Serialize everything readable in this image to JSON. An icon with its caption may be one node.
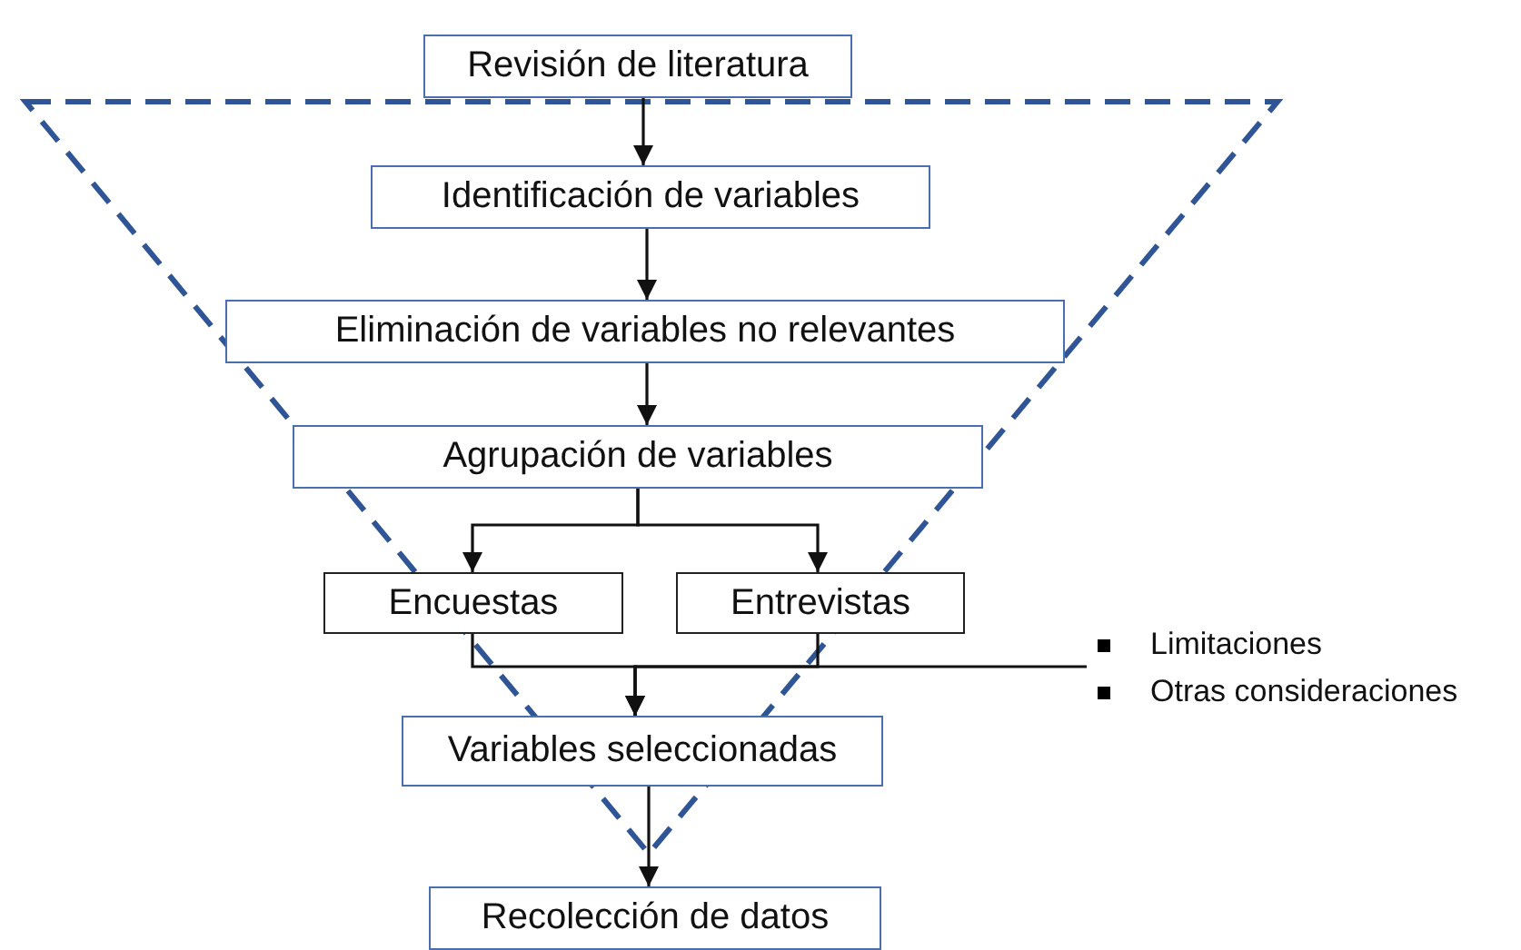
{
  "diagram": {
    "nodes": [
      {
        "text": [
          "Revisión de literatura"
        ]
      },
      {
        "text": [
          "Identificación de variables"
        ]
      },
      {
        "text": [
          "Eliminación de variables no relevantes"
        ]
      },
      {
        "text": [
          "Agrupación de variables"
        ]
      },
      {
        "text": [
          "Encuestas"
        ]
      },
      {
        "text": [
          "Entrevistas"
        ]
      },
      {
        "text": [
          "Variables seleccionadas"
        ]
      },
      {
        "text": [
          "Recolección de datos"
        ]
      },
      {
        "text": [
          "Limitaciones",
          "Otras consideraciones"
        ]
      }
    ],
    "edges": [
      {
        "from": 0,
        "to": 1,
        "arrow": "to"
      },
      {
        "from": 1,
        "to": 2,
        "arrow": "to"
      },
      {
        "from": 2,
        "to": 3,
        "arrow": "to"
      },
      {
        "from": 3,
        "to": 4,
        "arrow": "to"
      },
      {
        "from": 3,
        "to": 5,
        "arrow": "to"
      },
      {
        "from": 4,
        "to": 6,
        "arrow": "to"
      },
      {
        "from": 5,
        "to": 6,
        "arrow": "to"
      },
      {
        "from": 8,
        "to": 6,
        "arrow": "to"
      },
      {
        "from": 6,
        "to": 7,
        "arrow": "to"
      }
    ]
  }
}
